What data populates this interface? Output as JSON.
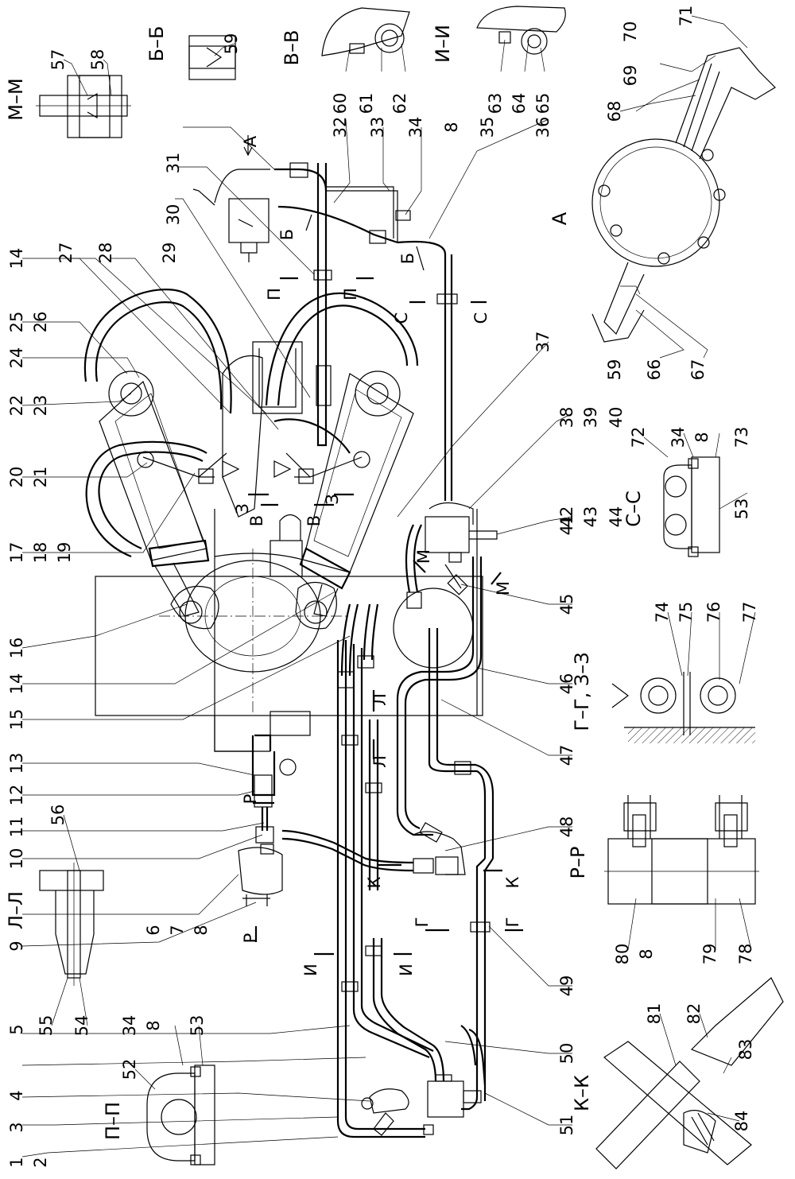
{
  "callouts": [
    {
      "id": "c1",
      "text": "1"
    },
    {
      "id": "c2",
      "text": "2"
    },
    {
      "id": "c3",
      "text": "3"
    },
    {
      "id": "c4",
      "text": "4"
    },
    {
      "id": "c5",
      "text": "5"
    },
    {
      "id": "c6",
      "text": "6"
    },
    {
      "id": "c7",
      "text": "7"
    },
    {
      "id": "c8a",
      "text": "8"
    },
    {
      "id": "c9",
      "text": "9"
    },
    {
      "id": "c10",
      "text": "10"
    },
    {
      "id": "c11",
      "text": "11"
    },
    {
      "id": "c12",
      "text": "12"
    },
    {
      "id": "c13",
      "text": "13"
    },
    {
      "id": "c14a",
      "text": "14"
    },
    {
      "id": "c14b",
      "text": "14"
    },
    {
      "id": "c15",
      "text": "15"
    },
    {
      "id": "c16",
      "text": "16"
    },
    {
      "id": "c17",
      "text": "17"
    },
    {
      "id": "c18",
      "text": "18"
    },
    {
      "id": "c19",
      "text": "19"
    },
    {
      "id": "c20",
      "text": "20"
    },
    {
      "id": "c21",
      "text": "21"
    },
    {
      "id": "c22",
      "text": "22"
    },
    {
      "id": "c23",
      "text": "23"
    },
    {
      "id": "c24",
      "text": "24"
    },
    {
      "id": "c25",
      "text": "25"
    },
    {
      "id": "c26",
      "text": "26"
    },
    {
      "id": "c27",
      "text": "27"
    },
    {
      "id": "c28",
      "text": "28"
    },
    {
      "id": "c29",
      "text": "29"
    },
    {
      "id": "c30",
      "text": "30"
    },
    {
      "id": "c31",
      "text": "31"
    },
    {
      "id": "c32",
      "text": "32"
    },
    {
      "id": "c33",
      "text": "33"
    },
    {
      "id": "c34a",
      "text": "34"
    },
    {
      "id": "c8b",
      "text": "8"
    },
    {
      "id": "c35",
      "text": "35"
    },
    {
      "id": "c36",
      "text": "36"
    },
    {
      "id": "c37",
      "text": "37"
    },
    {
      "id": "c38",
      "text": "38"
    },
    {
      "id": "c39",
      "text": "39"
    },
    {
      "id": "c40",
      "text": "40"
    },
    {
      "id": "c41",
      "text": "41"
    },
    {
      "id": "c42",
      "text": "42"
    },
    {
      "id": "c43",
      "text": "43"
    },
    {
      "id": "c44",
      "text": "44"
    },
    {
      "id": "c45",
      "text": "45"
    },
    {
      "id": "c46",
      "text": "46"
    },
    {
      "id": "c47",
      "text": "47"
    },
    {
      "id": "c48",
      "text": "48"
    },
    {
      "id": "c49",
      "text": "49"
    },
    {
      "id": "c50",
      "text": "50"
    },
    {
      "id": "c51",
      "text": "51"
    },
    {
      "id": "c52",
      "text": "52"
    },
    {
      "id": "c34b",
      "text": "34"
    },
    {
      "id": "c8c",
      "text": "8"
    },
    {
      "id": "c53a",
      "text": "53"
    },
    {
      "id": "c54",
      "text": "54"
    },
    {
      "id": "c55",
      "text": "55"
    },
    {
      "id": "c56",
      "text": "56"
    },
    {
      "id": "c57",
      "text": "57"
    },
    {
      "id": "c58",
      "text": "58"
    },
    {
      "id": "c59a",
      "text": "59"
    },
    {
      "id": "c60",
      "text": "60"
    },
    {
      "id": "c61",
      "text": "61"
    },
    {
      "id": "c62",
      "text": "62"
    },
    {
      "id": "c63",
      "text": "63"
    },
    {
      "id": "c64",
      "text": "64"
    },
    {
      "id": "c65",
      "text": "65"
    },
    {
      "id": "c59b",
      "text": "59"
    },
    {
      "id": "c66",
      "text": "66"
    },
    {
      "id": "c67",
      "text": "67"
    },
    {
      "id": "c68",
      "text": "68"
    },
    {
      "id": "c69",
      "text": "69"
    },
    {
      "id": "c70",
      "text": "70"
    },
    {
      "id": "c71",
      "text": "71"
    },
    {
      "id": "c72",
      "text": "72"
    },
    {
      "id": "c34c",
      "text": "34"
    },
    {
      "id": "c8d",
      "text": "8"
    },
    {
      "id": "c73",
      "text": "73"
    },
    {
      "id": "c53b",
      "text": "53"
    },
    {
      "id": "c74",
      "text": "74"
    },
    {
      "id": "c75",
      "text": "75"
    },
    {
      "id": "c76",
      "text": "76"
    },
    {
      "id": "c77",
      "text": "77"
    },
    {
      "id": "c80",
      "text": "80"
    },
    {
      "id": "c8e",
      "text": "8"
    },
    {
      "id": "c79",
      "text": "79"
    },
    {
      "id": "c78",
      "text": "78"
    },
    {
      "id": "c81",
      "text": "81"
    },
    {
      "id": "c82",
      "text": "82"
    },
    {
      "id": "c83",
      "text": "83"
    },
    {
      "id": "c84",
      "text": "84"
    }
  ],
  "section_titles": [
    {
      "id": "s-mm",
      "text": "М–М"
    },
    {
      "id": "s-bb",
      "text": "Б–Б"
    },
    {
      "id": "s-vv",
      "text": "В–В"
    },
    {
      "id": "s-ii",
      "text": "И–И"
    },
    {
      "id": "s-cc",
      "text": "С–С"
    },
    {
      "id": "s-gg",
      "text": "Г–Г, З–З"
    },
    {
      "id": "s-rr",
      "text": "Р–Р"
    },
    {
      "id": "s-kk",
      "text": "К–К"
    },
    {
      "id": "s-ll",
      "text": "Л–Л"
    },
    {
      "id": "s-pp",
      "text": "П–П"
    },
    {
      "id": "s-a",
      "text": "А"
    }
  ],
  "cut_marks": [
    {
      "id": "m-a",
      "text": "А"
    },
    {
      "id": "m-b1",
      "text": "Б"
    },
    {
      "id": "m-b2",
      "text": "Б"
    },
    {
      "id": "m-p1",
      "text": "П"
    },
    {
      "id": "m-p2",
      "text": "П"
    },
    {
      "id": "m-c1",
      "text": "С"
    },
    {
      "id": "m-c2",
      "text": "С"
    },
    {
      "id": "m-z1",
      "text": "З"
    },
    {
      "id": "m-z2",
      "text": "З"
    },
    {
      "id": "m-v1",
      "text": "В"
    },
    {
      "id": "m-v2",
      "text": "В"
    },
    {
      "id": "m-m1",
      "text": "М"
    },
    {
      "id": "m-m2",
      "text": "М"
    },
    {
      "id": "m-l1",
      "text": "Л"
    },
    {
      "id": "m-l2",
      "text": "Л"
    },
    {
      "id": "m-r1",
      "text": "Р"
    },
    {
      "id": "m-r2",
      "text": "Р"
    },
    {
      "id": "m-k1",
      "text": "К"
    },
    {
      "id": "m-k2",
      "text": "К"
    },
    {
      "id": "m-g1",
      "text": "Г"
    },
    {
      "id": "m-g2",
      "text": "Г"
    },
    {
      "id": "m-i1",
      "text": "И"
    },
    {
      "id": "m-i2",
      "text": "И"
    }
  ]
}
